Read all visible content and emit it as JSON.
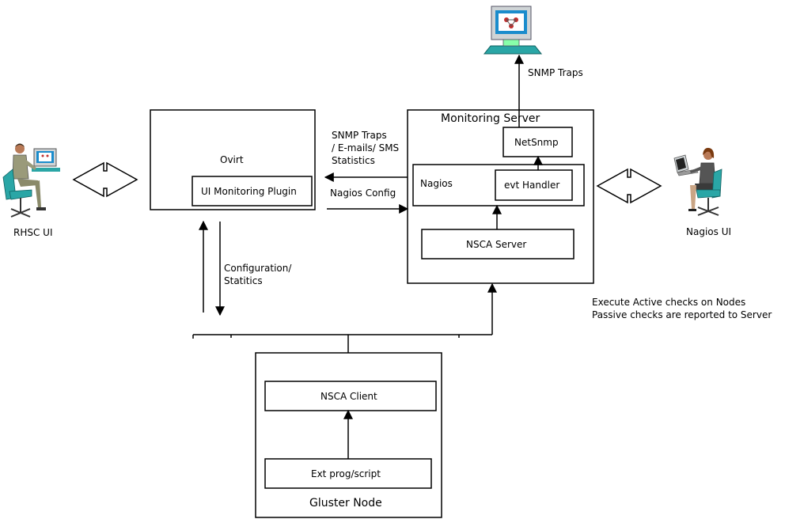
{
  "labels": {
    "rhsc_ui": "RHSC UI",
    "nagios_ui": "Nagios UI",
    "ovirt": "Ovirt",
    "ui_monitoring_plugin": "UI Monitoring Plugin",
    "monitoring_server": "Monitoring Server",
    "netsnmp": "NetSnmp",
    "nagios": "Nagios",
    "evt_handler": "evt Handler",
    "nsca_server": "NSCA Server",
    "nsca_client": "NSCA Client",
    "ext_prog_script": "Ext prog/script",
    "gluster_node": "Gluster Node",
    "snmp_traps_top": "SNMP Traps",
    "snmp_traps_line1": "SNMP Traps",
    "snmp_traps_line2": "/ E-mails/ SMS",
    "snmp_traps_line3": "Statistics",
    "nagios_config": "Nagios Config",
    "configuration_line1": "Configuration/",
    "configuration_line2": "Statitics",
    "checks_line1": "Execute Active checks on Nodes",
    "checks_line2": "Passive checks are reported to Server"
  },
  "icons": {
    "rhsc_user": "person-at-computer-icon",
    "nagios_user": "person-with-laptop-icon",
    "snmp_manager": "network-monitor-workstation-icon"
  },
  "colors": {
    "line": "#000000",
    "icon_teal": "#2aa6a6",
    "screen_blue": "#1a8ccc"
  }
}
